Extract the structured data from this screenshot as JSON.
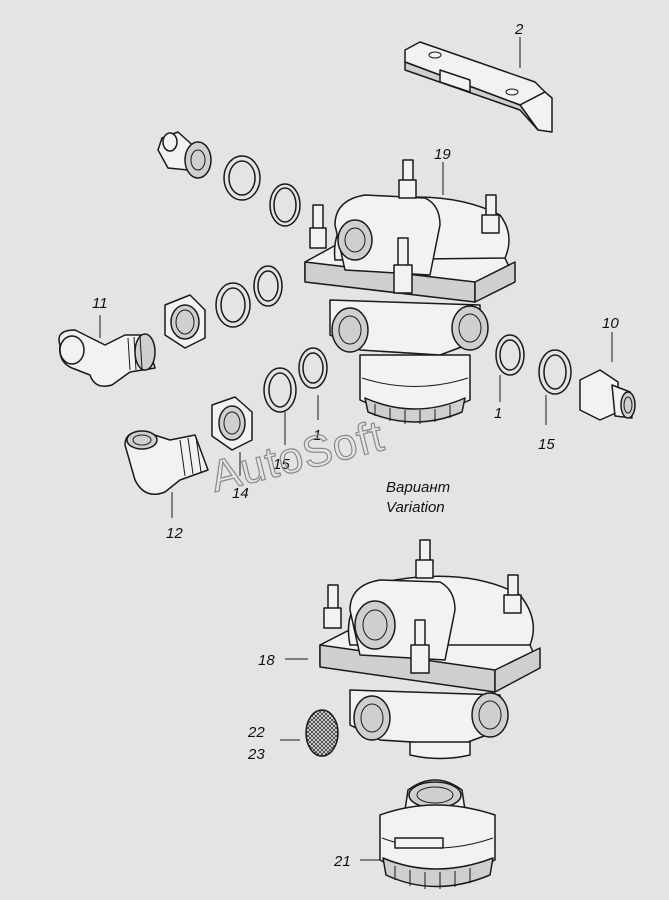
{
  "labels": {
    "p1a": "1",
    "p1b": "1",
    "p2": "2",
    "p10": "10",
    "p11": "11",
    "p12": "12",
    "p14": "14",
    "p15a": "15",
    "p15b": "15",
    "p18": "18",
    "p19": "19",
    "p21": "21",
    "p22": "22",
    "p23": "23"
  },
  "variant": {
    "ru": "Вариант",
    "en": "Variation"
  },
  "watermark": "AutoSoft"
}
